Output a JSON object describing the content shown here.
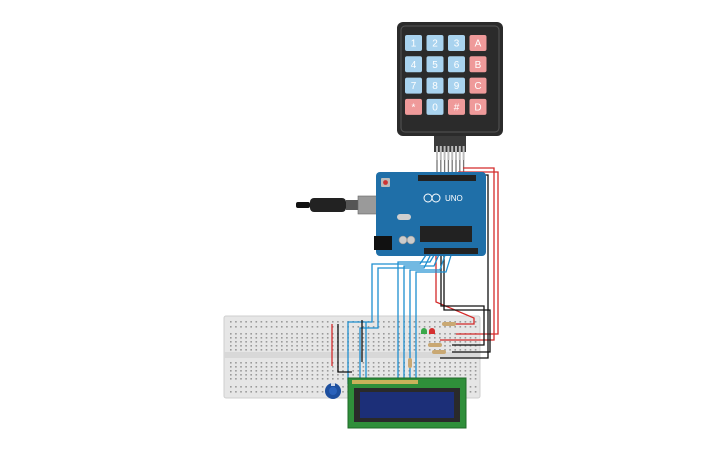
{
  "keypad": {
    "keys": [
      [
        "1",
        "2",
        "3",
        "A"
      ],
      [
        "4",
        "5",
        "6",
        "B"
      ],
      [
        "7",
        "8",
        "9",
        "C"
      ],
      [
        "*",
        "0",
        "#",
        "D"
      ]
    ]
  },
  "arduino": {
    "model_label": "UNO"
  },
  "colors": {
    "key_blue": "#a9d3ef",
    "key_red": "#ef9a9a",
    "keypad_body": "#2b2b2b",
    "arduino_board": "#1f6fa8",
    "wire_blue": "#1e8fd0",
    "wire_red": "#d42a2a",
    "wire_black": "#111111",
    "breadboard": "#e8e8e8",
    "lcd_board": "#2f8f3a",
    "lcd_screen": "#1c2f78",
    "pot": "#1d4f9e",
    "led_green": "#3aa84a",
    "led_red": "#d43030"
  }
}
